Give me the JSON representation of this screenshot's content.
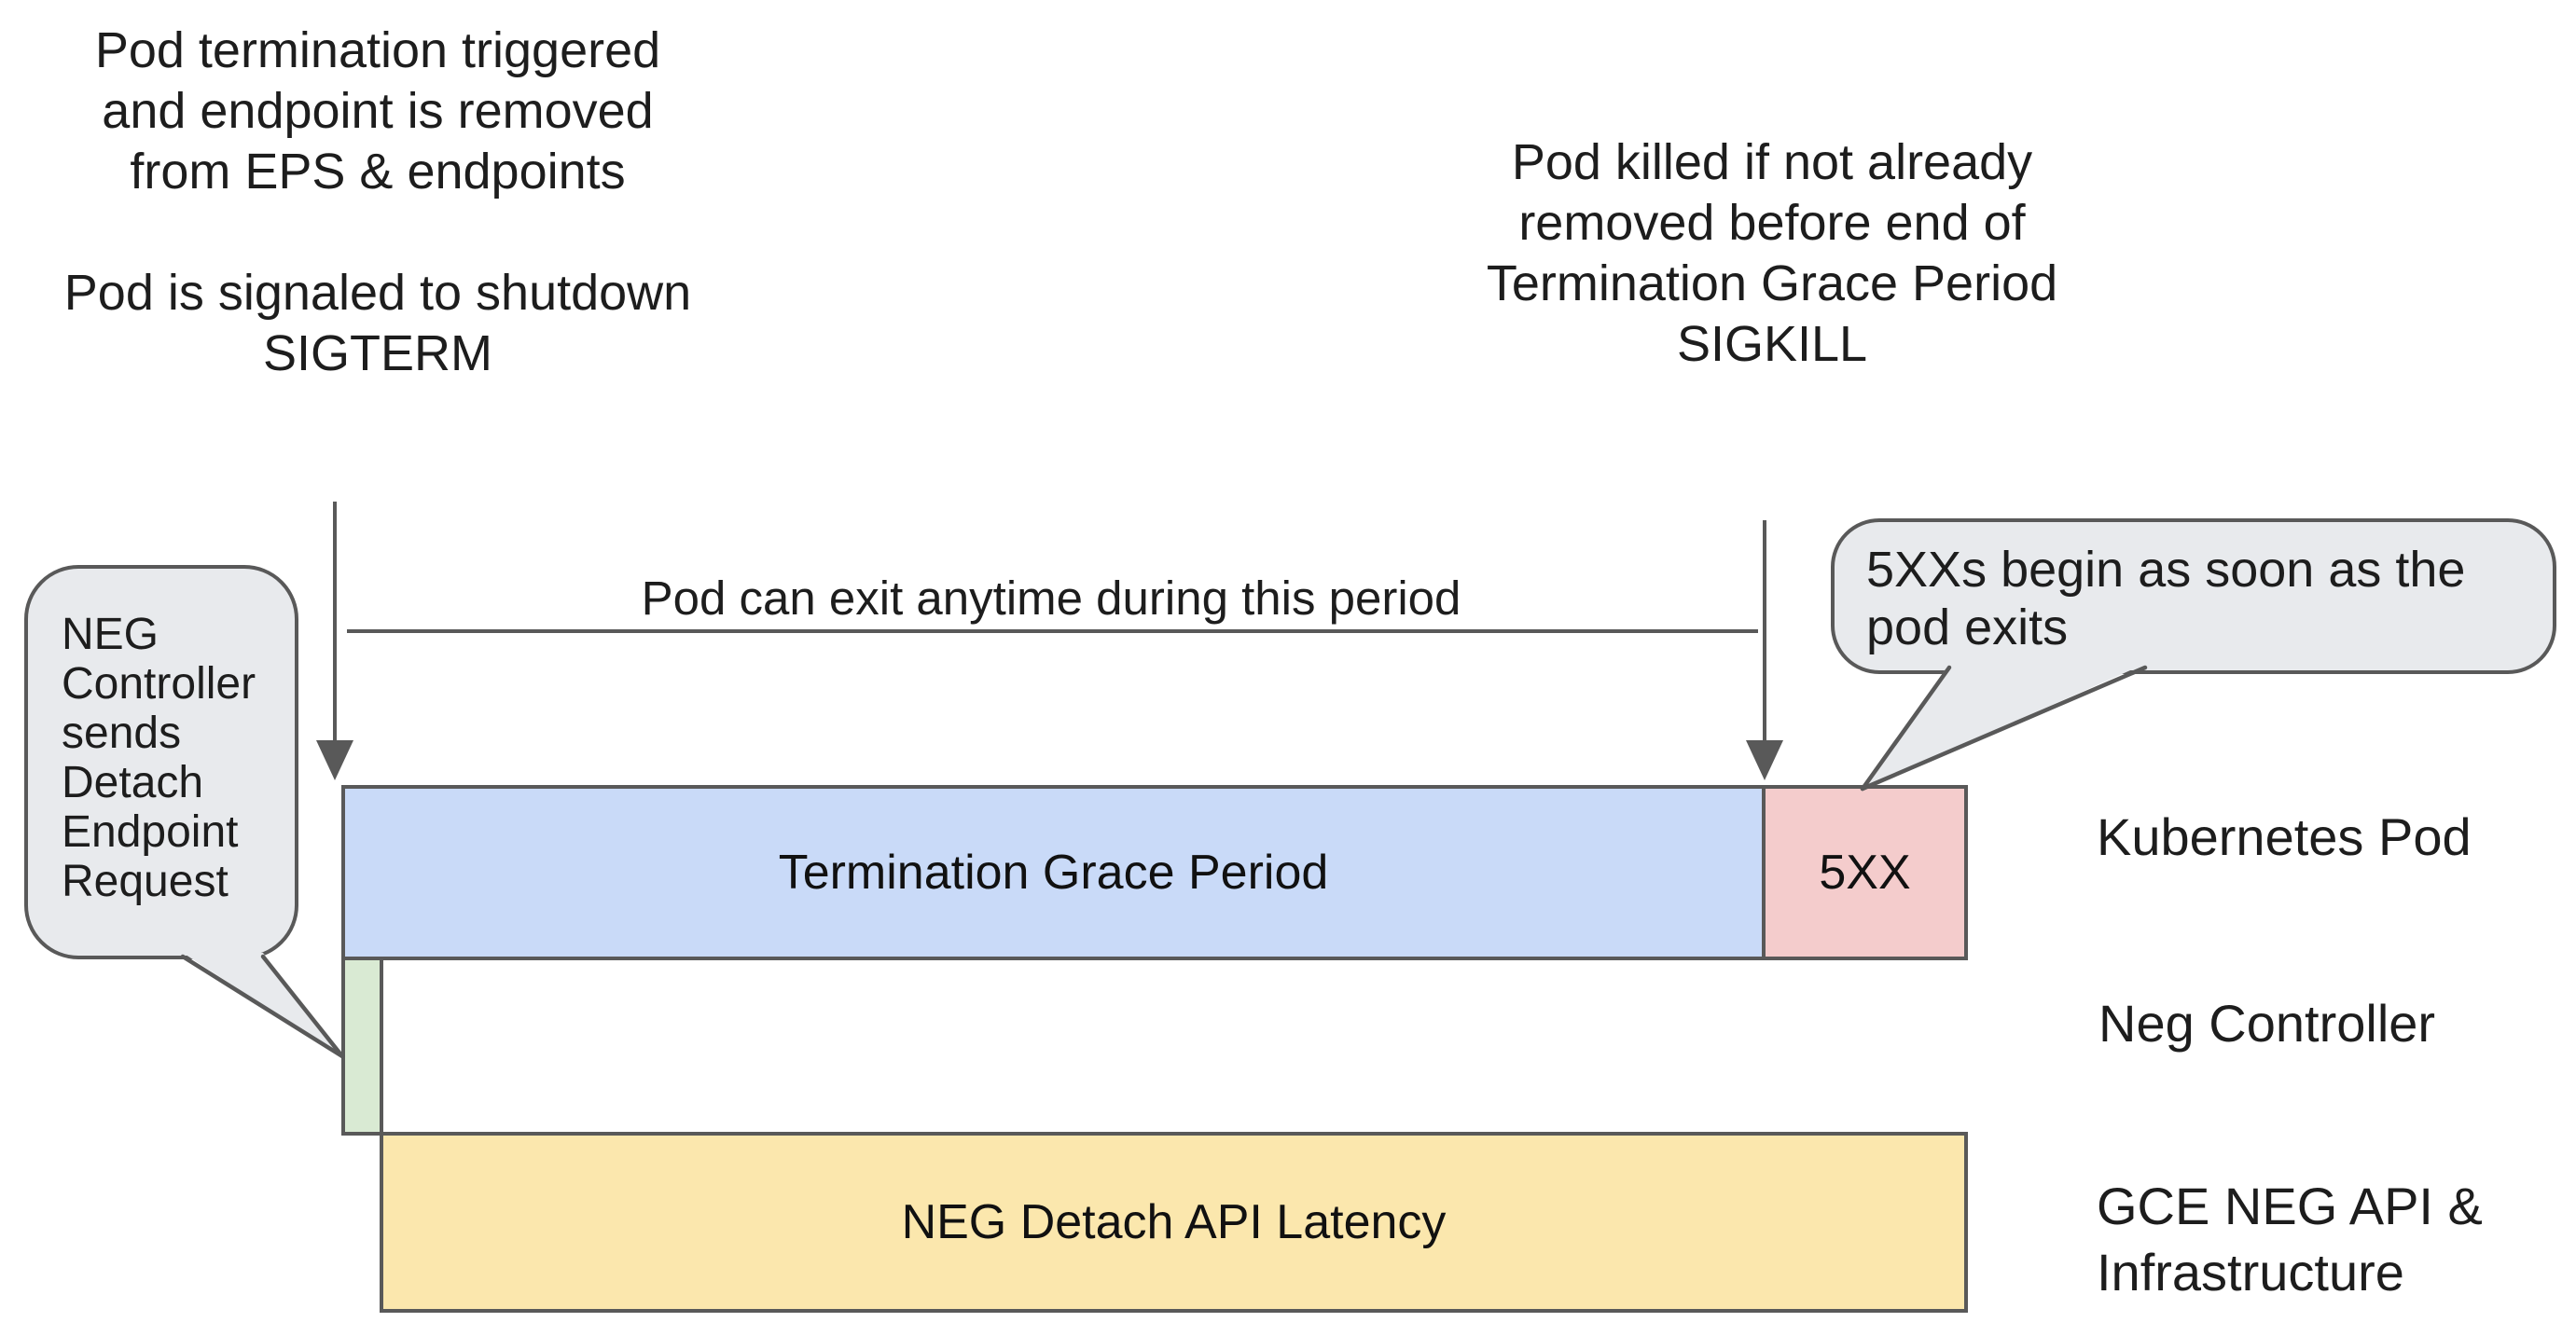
{
  "title": "Pod termination / NEG detach timeline diagram",
  "annotations": {
    "pod_termination_note": "Pod termination triggered\nand endpoint is removed\nfrom EPS & endpoints",
    "sigterm_note": "Pod is signaled to shutdown\nSIGTERM",
    "sigkill_note": "Pod killed if not already\nremoved before end of\nTermination Grace Period\nSIGKILL",
    "exit_span_label": "Pod can exit anytime during this period"
  },
  "callouts": {
    "neg_controller": "NEG\nController\nsends\nDetach\nEndpoint\nRequest",
    "five_xx_begin": "5XXs begin as soon as the\npod exits"
  },
  "bars": {
    "termination_grace_period": {
      "label": "Termination Grace Period",
      "color": "#c9daf8"
    },
    "five_xx": {
      "label": "5XX",
      "color": "#f4cccc"
    },
    "neg_detach_marker": {
      "label": "",
      "color": "#d9ead3"
    },
    "neg_detach_api_latency": {
      "label": "NEG Detach API Latency",
      "color": "#fbe7ad"
    }
  },
  "lanes": [
    {
      "label": "Kubernetes Pod"
    },
    {
      "label": "Neg Controller"
    },
    {
      "label": "GCE NEG API &\nInfrastructure"
    }
  ],
  "colors": {
    "callout_fill": "#e8eaed",
    "line": "#595959",
    "text": "#1d1d1d"
  }
}
